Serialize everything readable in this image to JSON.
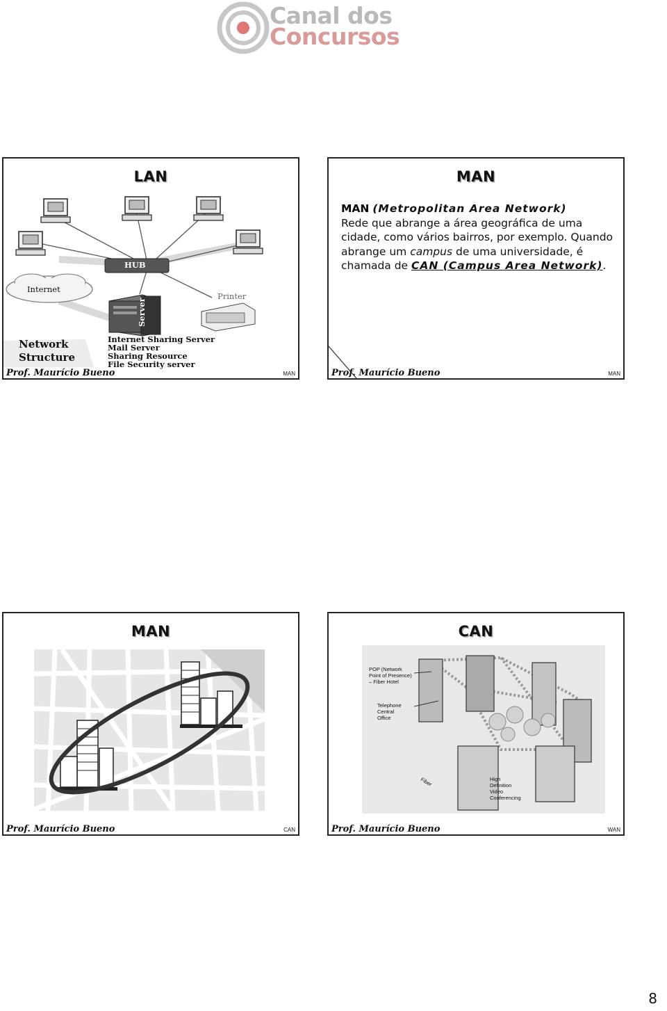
{
  "logo": {
    "line1": "Canal dos",
    "line2": "Concursos"
  },
  "footer_name": "Prof. Maurício Bueno",
  "slides": [
    {
      "title": "LAN",
      "footer_tag": "MAN",
      "diagram": {
        "hub": "HUB",
        "internet": "Internet",
        "printer": "Printer",
        "server": "Server",
        "structure_line1": "Network",
        "structure_line2": "Structure",
        "services": [
          "Internet Sharing Server",
          "Mail Server",
          "Sharing Resource",
          "File Security server"
        ]
      }
    },
    {
      "title": "MAN",
      "footer_tag": "MAN",
      "heading": "MAN (Metropolitan Area Network)",
      "heading_acronym": "MAN",
      "heading_expansion": "(Metropolitan Area Network)",
      "text_1": "Rede que abrange a área geográfica de uma cidade, como vários bairros, por exemplo. Quando abrange um ",
      "text_campus": "campus",
      "text_2": " de uma universidade, é chamada de ",
      "text_can": "CAN (Campus Area Network)",
      "text_end": "."
    },
    {
      "title": "MAN",
      "footer_tag": "CAN"
    },
    {
      "title": "CAN",
      "footer_tag": "WAN",
      "labels": {
        "pop": [
          "POP (Network",
          "Point of Presence)",
          "– Fiber Hotel"
        ],
        "telephone": [
          "Telephone",
          "Central",
          "Office"
        ],
        "fiber": "Fiber",
        "video": [
          "High",
          "Definition",
          "Video",
          "Conferencing"
        ]
      }
    }
  ],
  "page_number": "8"
}
